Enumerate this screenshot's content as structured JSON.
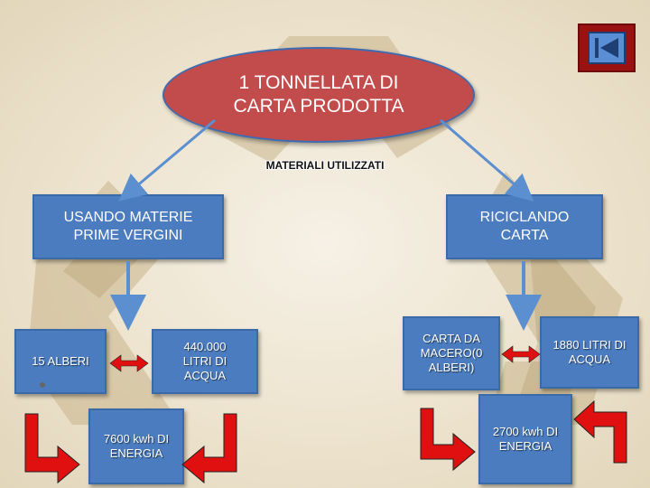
{
  "top": {
    "title": "1 TONNELLATA DI CARTA PRODOTTA"
  },
  "materials_label": "MATERIALI UTILIZZATI",
  "left_branch": {
    "header": "USANDO MATERIE PRIME VERGINI",
    "trees": "15 ALBERI",
    "water": "440.000 LITRI DI ACQUA",
    "energy": "7600 kwh DI ENERGIA"
  },
  "right_branch": {
    "header": "RICICLANDO CARTA",
    "paper": "CARTA DA MACERO(0 ALBERI)",
    "water": "1880 LITRI DI ACQUA",
    "energy": "2700 kwh DI ENERGIA"
  },
  "colors": {
    "box": "#4a7cbf",
    "ellipse": "#c24b4b",
    "arrow_red": "#e01010",
    "connector": "#5b8fd0",
    "nav": "#9a1111"
  },
  "icons": {
    "nav": "back-to-start-icon"
  }
}
